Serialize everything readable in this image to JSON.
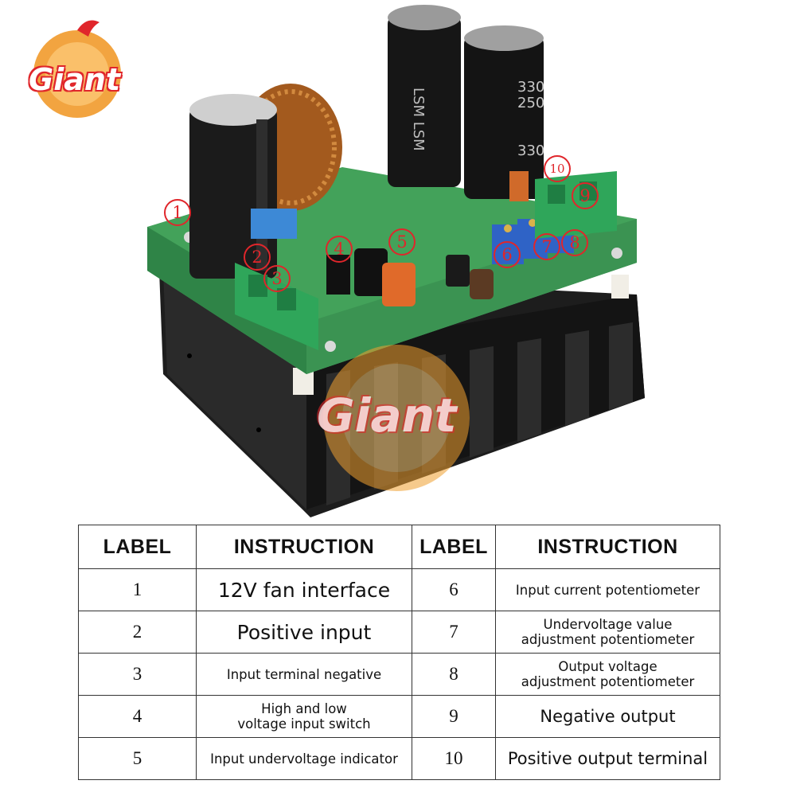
{
  "logo": {
    "text": "Giant"
  },
  "watermark": {
    "text": "Giant"
  },
  "markers": [
    "1",
    "2",
    "3",
    "4",
    "5",
    "6",
    "7",
    "8",
    "9",
    "10"
  ],
  "table": {
    "headers": {
      "label_left": "LABEL",
      "instruction_left": "INSTRUCTION",
      "label_right": "LABEL",
      "instruction_right": "INSTRUCTION"
    },
    "rows": [
      {
        "l1": "1",
        "i1": "12V fan interface",
        "l2": "6",
        "i2": "Input current potentiometer"
      },
      {
        "l1": "2",
        "i1": "Positive input",
        "l2": "7",
        "i2a": "Undervoltage value",
        "i2b": "adjustment potentiometer"
      },
      {
        "l1": "3",
        "i1": "Input terminal negative",
        "l2": "8",
        "i2a": "Output voltage",
        "i2b": "adjustment potentiometer"
      },
      {
        "l1": "4",
        "i1a": "High and low",
        "i1b": "voltage input switch",
        "l2": "9",
        "i2": "Negative output"
      },
      {
        "l1": "5",
        "i1": "Input undervoltage indicator",
        "l2": "10",
        "i2": "Positive output terminal"
      }
    ]
  },
  "colors": {
    "accent": "#e0262b",
    "pcb": "#3aa35a",
    "heatsink": "#1c1c1c",
    "terminal": "#2fa65a",
    "pot": "#2f63c6"
  }
}
